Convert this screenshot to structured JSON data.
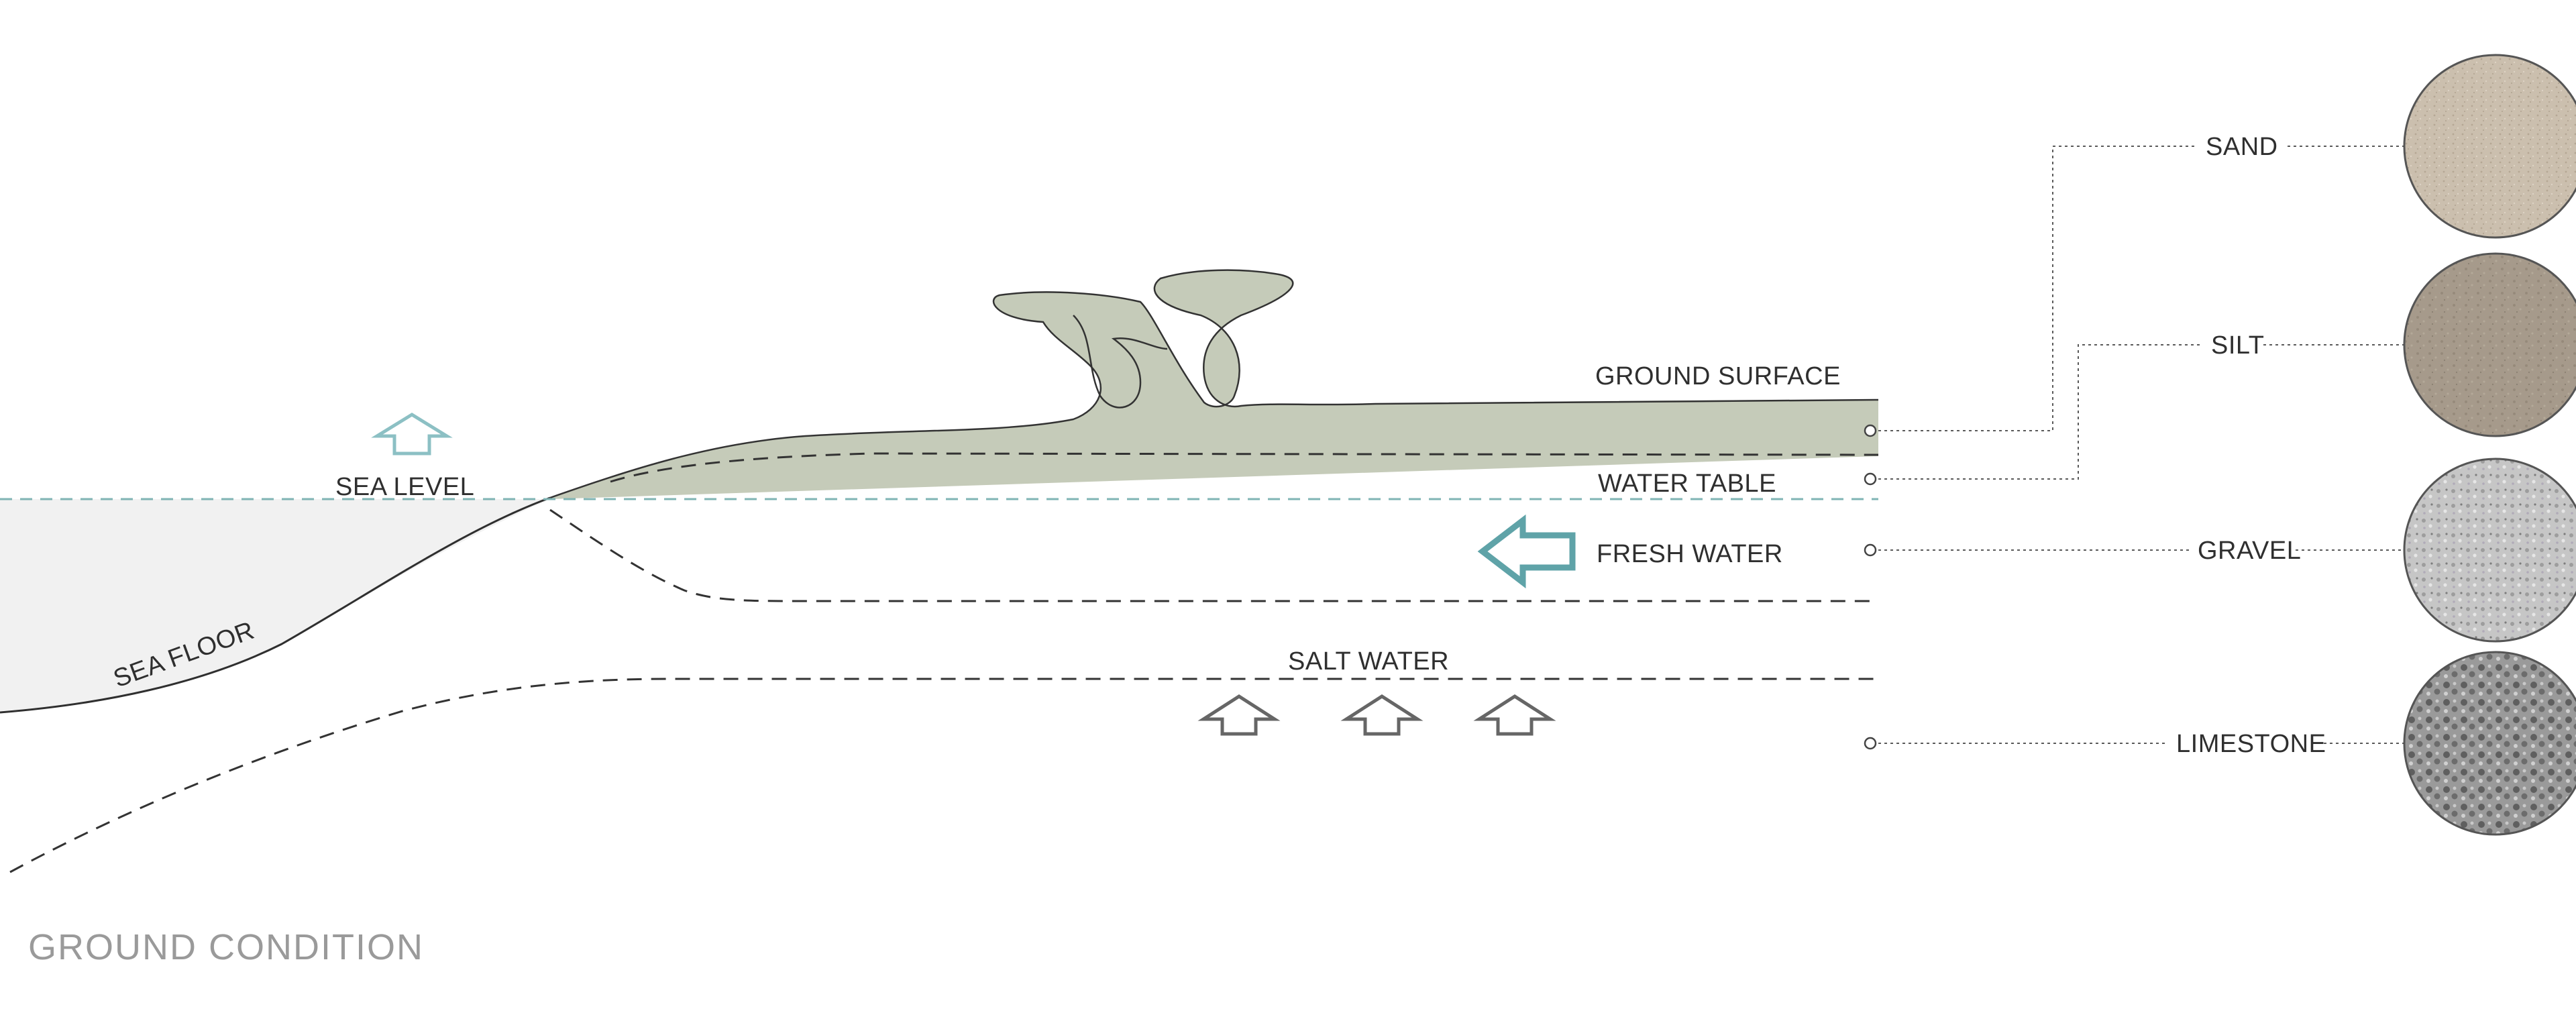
{
  "title": "GROUND CONDITION",
  "labels": {
    "sea_level": "SEA LEVEL",
    "sea_floor": "SEA FLOOR",
    "ground_surface": "GROUND SURFACE",
    "water_table": "WATER TABLE",
    "fresh_water": "FRESH WATER",
    "salt_water": "SALT WATER"
  },
  "materials": [
    {
      "name": "SAND",
      "swatch": "#cbbfae"
    },
    {
      "name": "SILT",
      "swatch": "#a69a8b"
    },
    {
      "name": "GRAVEL",
      "swatch": "#bfbfbf"
    },
    {
      "name": "LIMESTONE",
      "swatch": "#8f8f8f"
    }
  ],
  "colors": {
    "ground": "#c5cbb9",
    "sea": "#f1f1f1",
    "accent_teal": "#5fa3a8"
  }
}
